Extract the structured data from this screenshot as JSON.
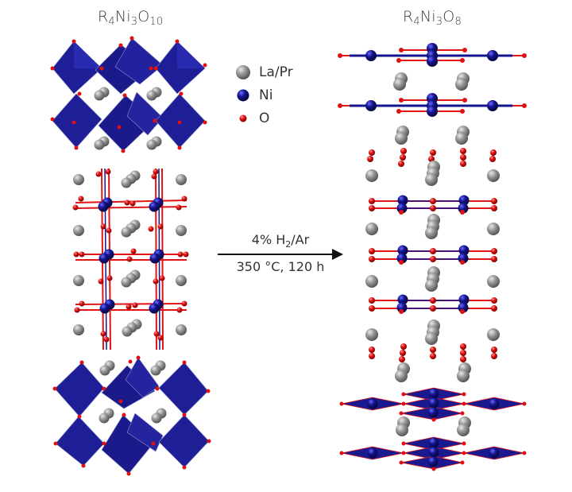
{
  "figure": {
    "left_structure": {
      "formula_parts": [
        "R",
        "4",
        "Ni",
        "3",
        "O",
        "10"
      ],
      "description": "R4Ni3O10 Ruddlesden-Popper trilayer nickelate with NiO6 octahedra"
    },
    "right_structure": {
      "formula_parts": [
        "R",
        "4",
        "Ni",
        "3",
        "O",
        "8"
      ],
      "description": "R4Ni3O8 reduced trilayer nickelate with square-planar NiO4 units"
    },
    "legend": {
      "items": [
        {
          "label": "La/Pr",
          "color": "#8c8c8c",
          "icon": "gray-sphere-icon"
        },
        {
          "label": "Ni",
          "color": "#10108a",
          "icon": "blue-sphere-icon"
        },
        {
          "label": "O",
          "color": "#e01010",
          "icon": "red-sphere-icon"
        }
      ]
    },
    "reaction": {
      "top_prefix": "4% H",
      "top_sub": "2",
      "top_suffix": "/Ar",
      "bottom": "350 °C, 120 h"
    },
    "colors": {
      "octahedron": "#1a1a8c",
      "bond_red": "#e01515",
      "la": "#8c8c8c",
      "ni": "#10108a",
      "o": "#e01010"
    }
  }
}
